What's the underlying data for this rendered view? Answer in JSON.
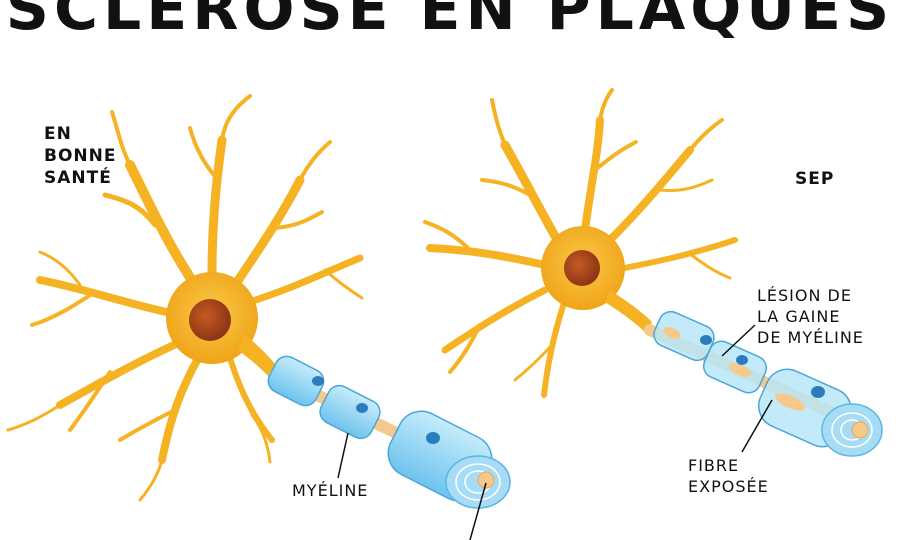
{
  "title": "SCLÉROSE EN PLAQUES",
  "panels": {
    "healthy": {
      "label_line1": "EN",
      "label_line2": "BONNE",
      "label_line3": "SANTÉ"
    },
    "sep": {
      "label": "SEP"
    }
  },
  "callouts": {
    "myelin": "MYÉLINE",
    "lesion_line1": "LÉSION DE",
    "lesion_line2": "LA GAINE",
    "lesion_line3": "DE MYÉLINE",
    "fiber_line1": "FIBRE",
    "fiber_line2": "EXPOSÉE"
  },
  "colors": {
    "neuron": "#f5b324",
    "nucleus": "#a3431a",
    "myelin": "#8fd2f2",
    "node": "#2b7bbf",
    "axon": "#f6c88a"
  }
}
